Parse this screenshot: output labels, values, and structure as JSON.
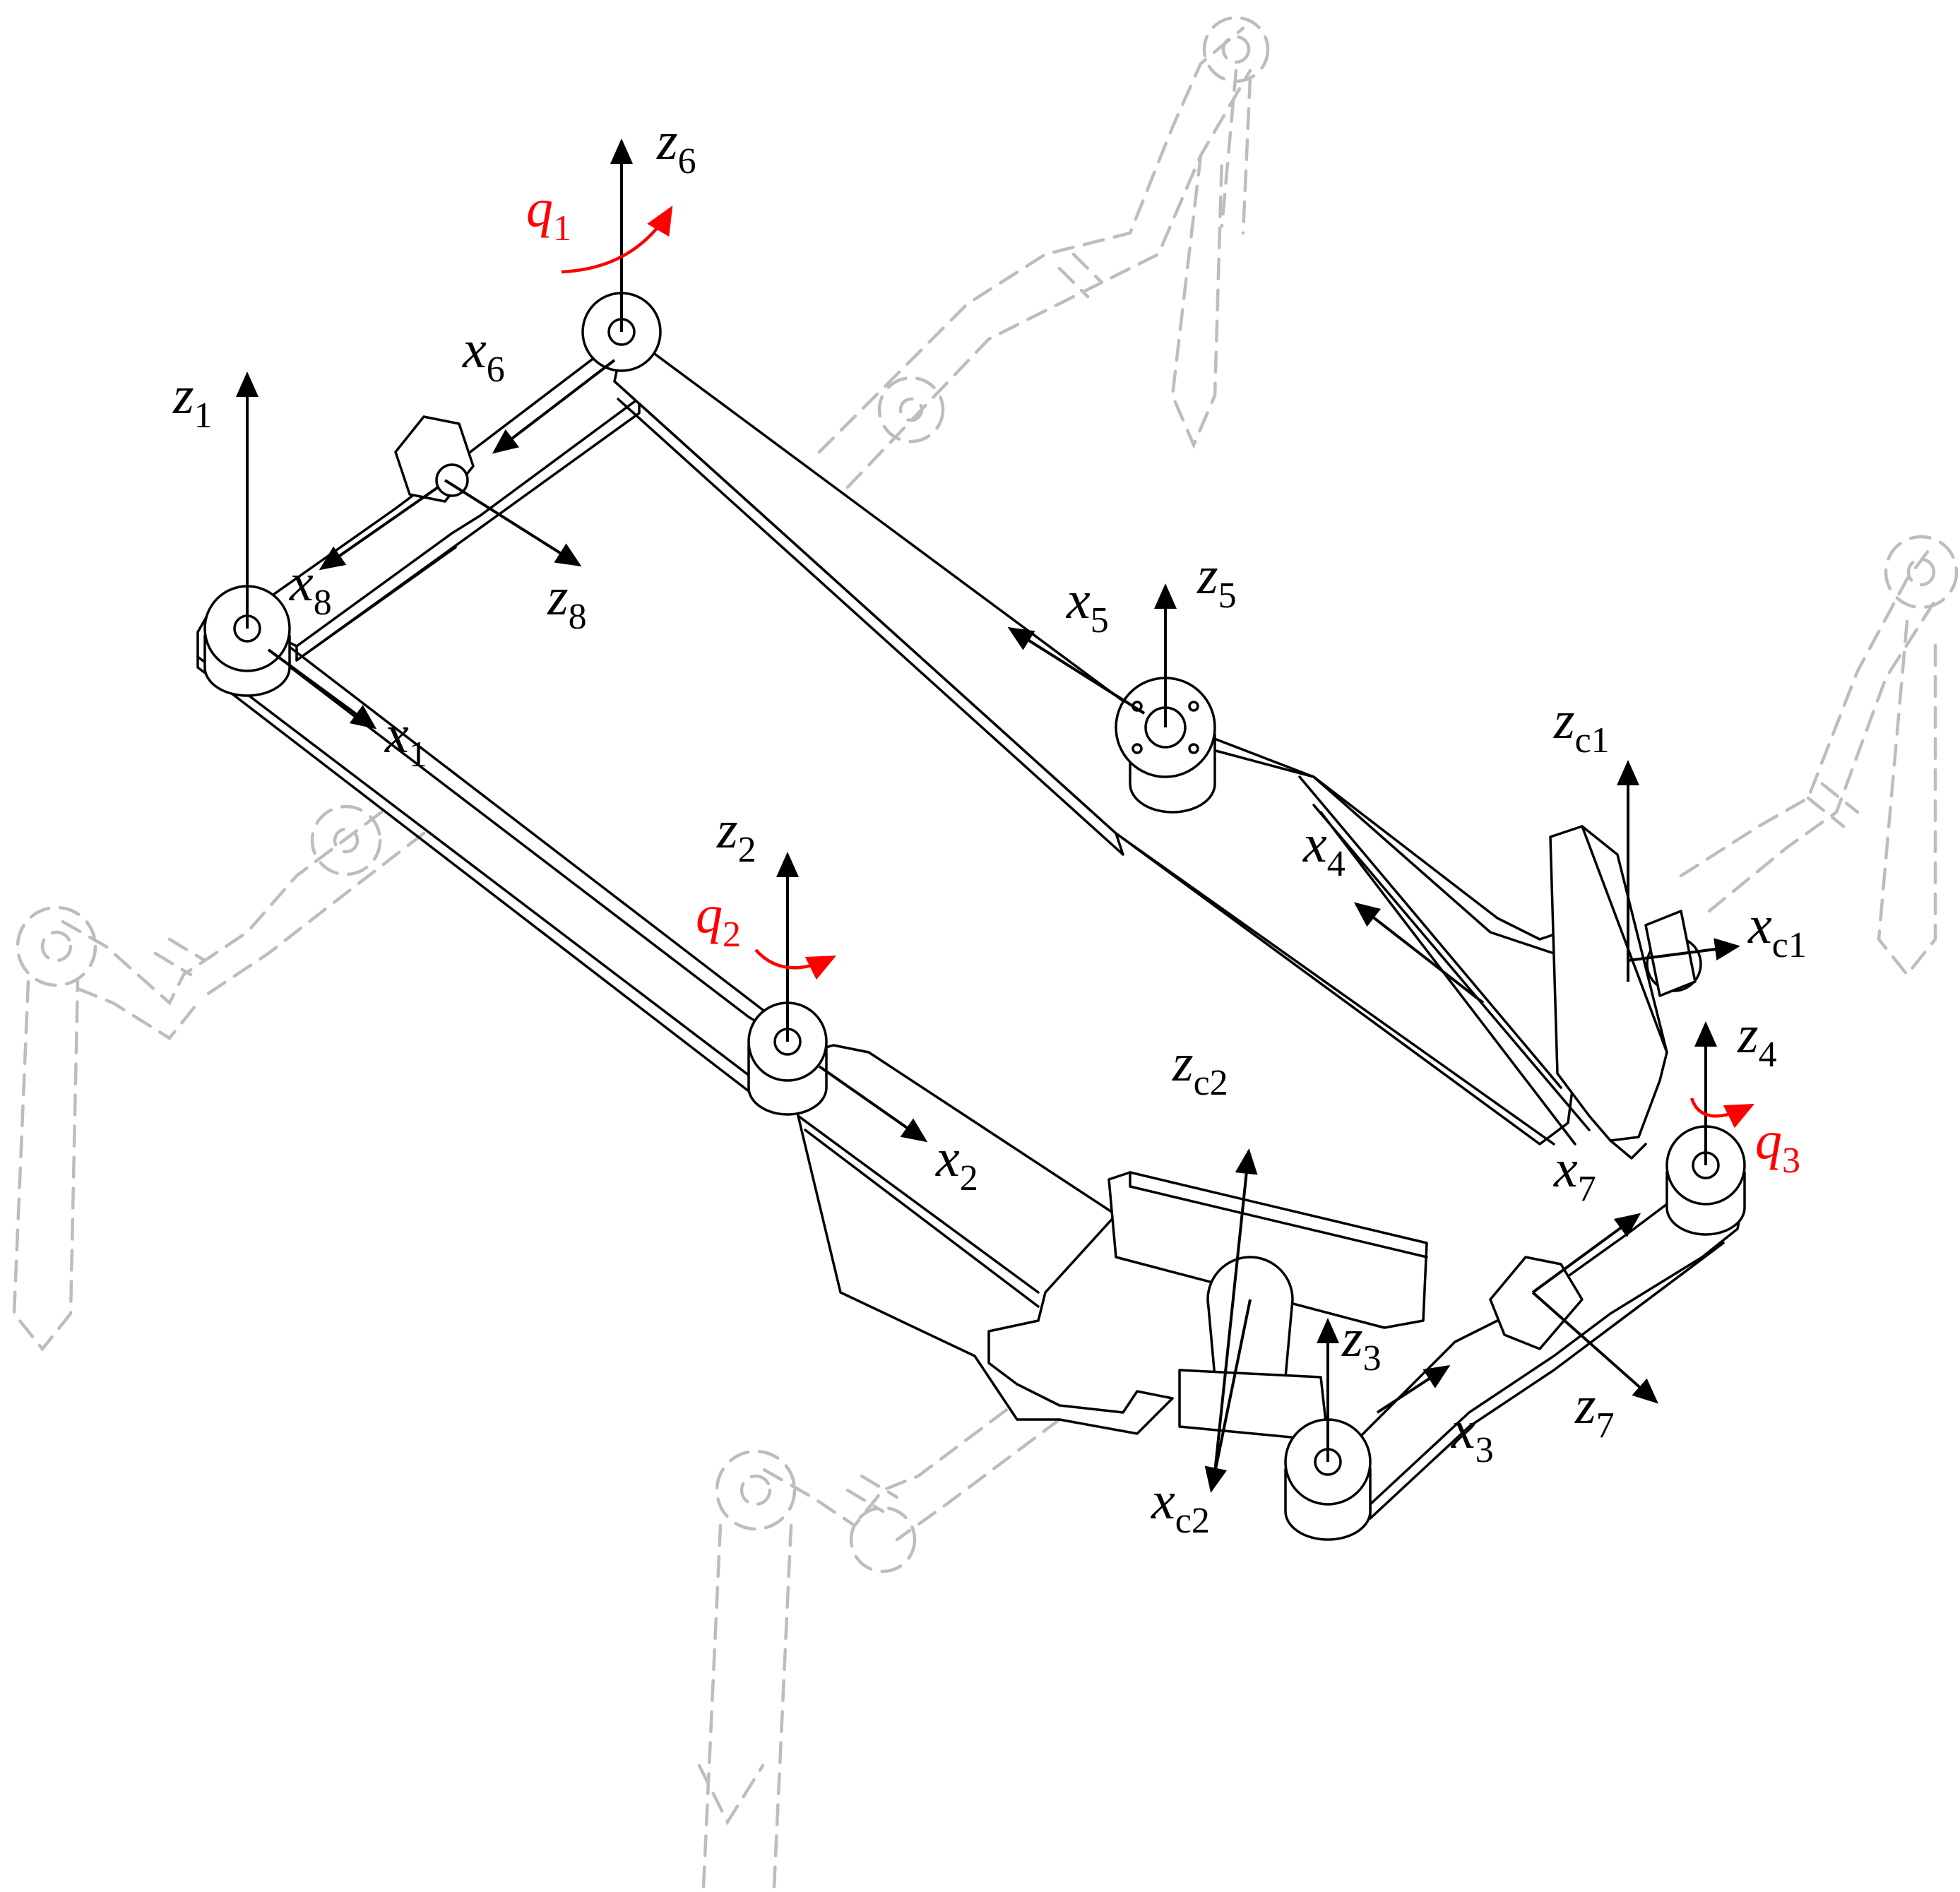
{
  "figure": {
    "colors": {
      "line": "#000000",
      "ghost_legs": "#bdbdbd",
      "joint_variable": "#ff0000",
      "background": "#ffffff"
    },
    "axes": [
      {
        "id": "z6",
        "base": "z",
        "sub": "6"
      },
      {
        "id": "x6",
        "base": "x",
        "sub": "6"
      },
      {
        "id": "z1",
        "base": "z",
        "sub": "1"
      },
      {
        "id": "x8",
        "base": "x",
        "sub": "8"
      },
      {
        "id": "z8",
        "base": "z",
        "sub": "8"
      },
      {
        "id": "x1",
        "base": "x",
        "sub": "1"
      },
      {
        "id": "x5",
        "base": "x",
        "sub": "5"
      },
      {
        "id": "z5",
        "base": "z",
        "sub": "5"
      },
      {
        "id": "zc1",
        "base": "z",
        "sub": "c1"
      },
      {
        "id": "x4",
        "base": "x",
        "sub": "4"
      },
      {
        "id": "xc1",
        "base": "x",
        "sub": "c1"
      },
      {
        "id": "z4",
        "base": "z",
        "sub": "4"
      },
      {
        "id": "z2",
        "base": "z",
        "sub": "2"
      },
      {
        "id": "zc2",
        "base": "z",
        "sub": "c2"
      },
      {
        "id": "x2",
        "base": "x",
        "sub": "2"
      },
      {
        "id": "x7",
        "base": "x",
        "sub": "7"
      },
      {
        "id": "z3",
        "base": "z",
        "sub": "3"
      },
      {
        "id": "z7",
        "base": "z",
        "sub": "7"
      },
      {
        "id": "x3",
        "base": "x",
        "sub": "3"
      },
      {
        "id": "xc2",
        "base": "x",
        "sub": "c2"
      }
    ],
    "joint_variables": [
      {
        "id": "q1",
        "base": "q",
        "sub": "1"
      },
      {
        "id": "q2",
        "base": "q",
        "sub": "2"
      },
      {
        "id": "q3",
        "base": "q",
        "sub": "3"
      }
    ]
  }
}
